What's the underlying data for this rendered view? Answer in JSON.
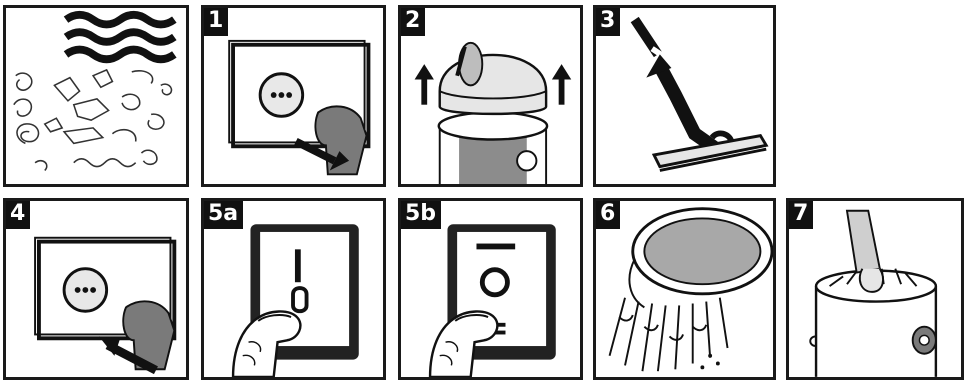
{
  "panels": [
    {
      "id": "p0",
      "label": ""
    },
    {
      "id": "p1",
      "label": "1"
    },
    {
      "id": "p2",
      "label": "2"
    },
    {
      "id": "p3",
      "label": "3"
    },
    {
      "id": "p4",
      "label": "4"
    },
    {
      "id": "p5a",
      "label": "5a"
    },
    {
      "id": "p5b",
      "label": "5b"
    },
    {
      "id": "p6",
      "label": "6"
    },
    {
      "id": "p7",
      "label": "7"
    }
  ],
  "colors": {
    "ink": "#111111",
    "grey": "#7a7a7a",
    "light": "#d9d9d9",
    "mid": "#a8a8a8"
  }
}
